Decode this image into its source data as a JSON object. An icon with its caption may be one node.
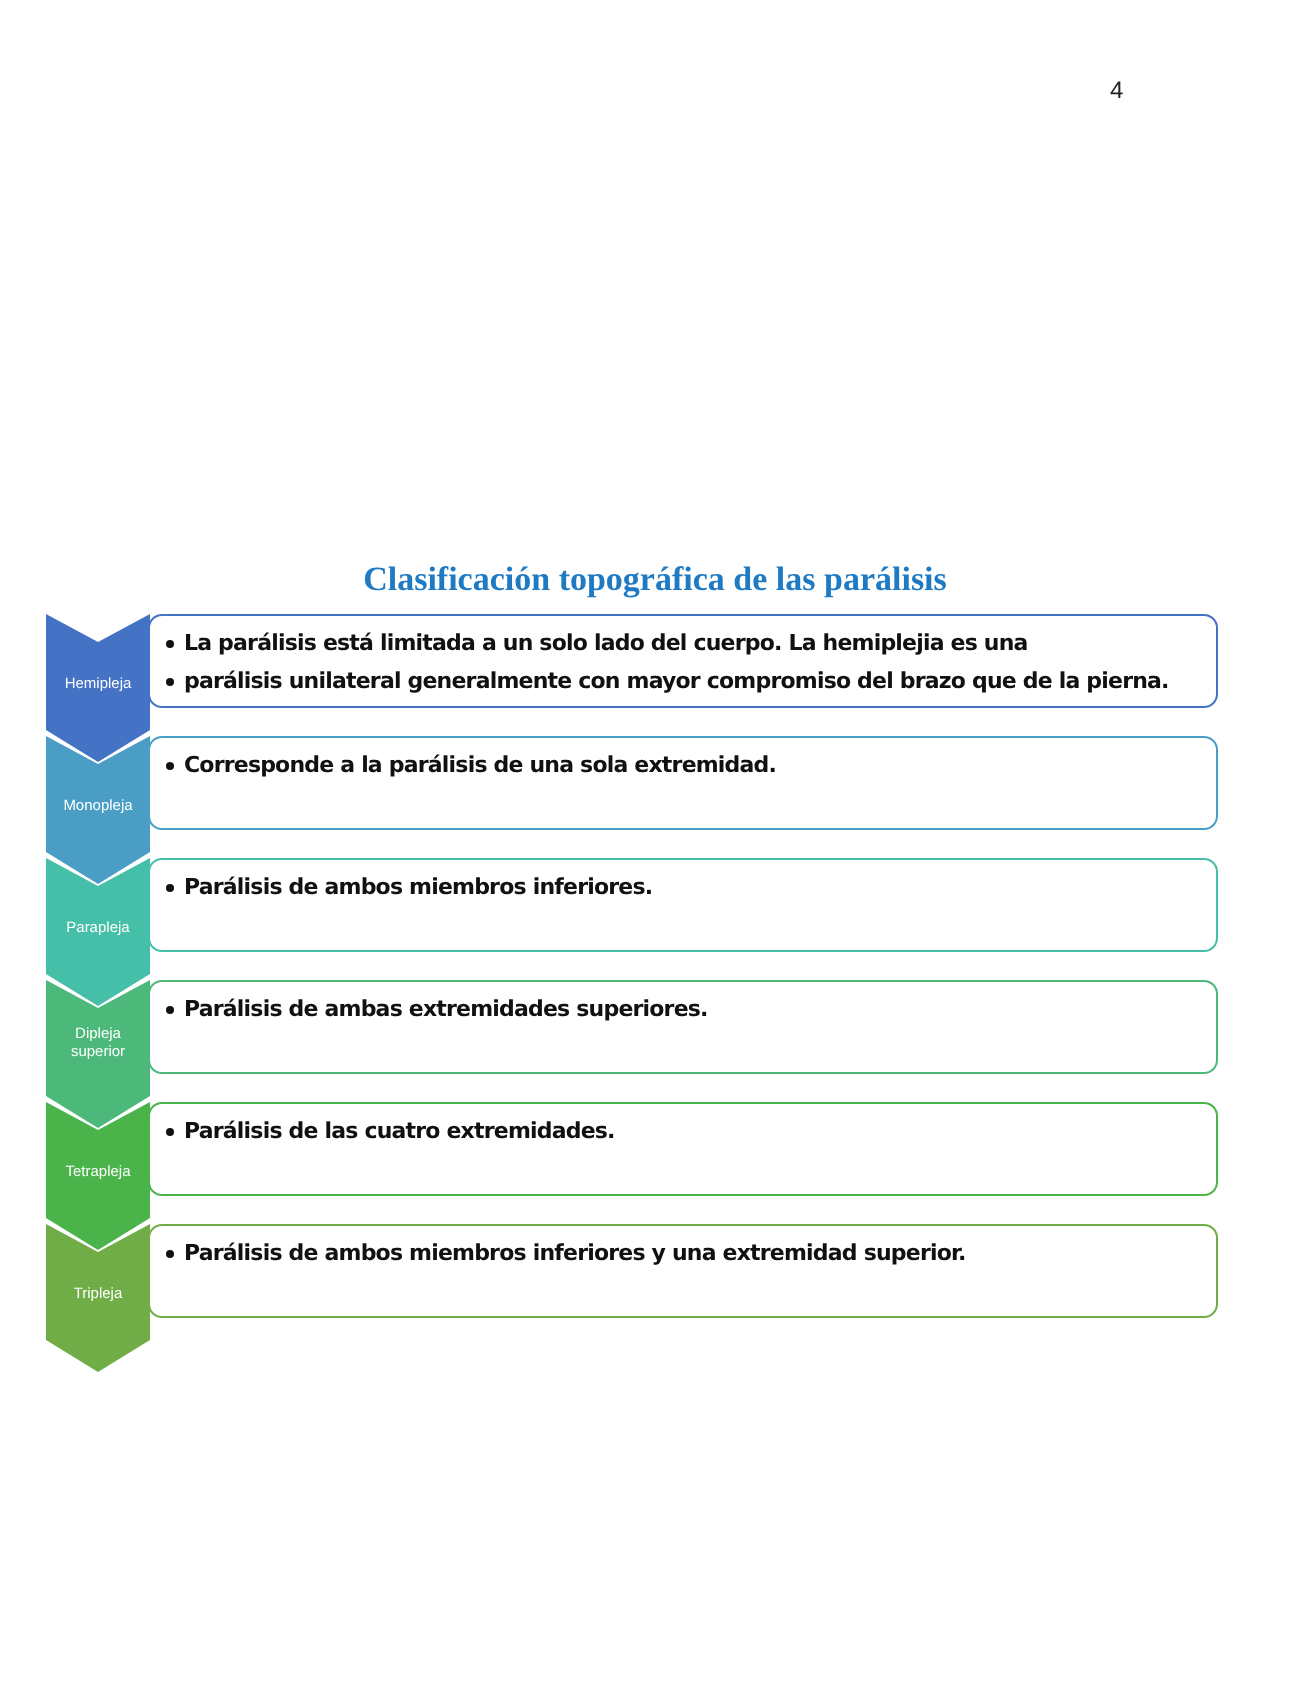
{
  "diagram": {
    "title": "Clasificación topográfica de las parálisis",
    "nodes": [
      {
        "text": [
          "Hemipleja"
        ]
      },
      {
        "text": [
          "La parálisis está limitada a un solo lado del cuerpo. La hemiplejia es una",
          "parálisis unilateral generalmente con mayor compromiso del brazo que de la pierna."
        ]
      },
      {
        "text": [
          "Monopleja"
        ]
      },
      {
        "text": [
          "Corresponde a la parálisis de una sola extremidad."
        ]
      },
      {
        "text": [
          "Parapleja"
        ]
      },
      {
        "text": [
          "Parálisis de ambos miembros inferiores."
        ]
      },
      {
        "text": [
          "Dipleja superior"
        ]
      },
      {
        "text": [
          "Parálisis de ambas extremidades superiores."
        ]
      },
      {
        "text": [
          "Tetrapleja"
        ]
      },
      {
        "text": [
          "Parálisis de las cuatro extremidades."
        ]
      },
      {
        "text": [
          "Tripleja"
        ]
      },
      {
        "text": [
          "Parálisis de ambos miembros inferiores y una extremidad superior."
        ]
      }
    ],
    "labels": [
      "4"
    ]
  }
}
